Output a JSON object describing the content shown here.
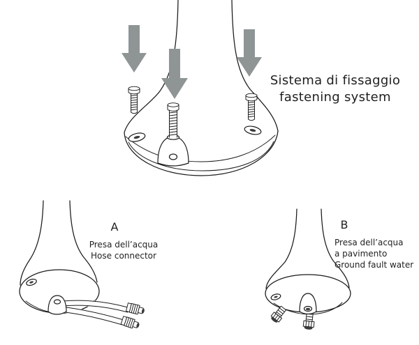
{
  "title": {
    "line_it": "Sistema di fissaggio",
    "line_en": "fastening system"
  },
  "sections": {
    "a": {
      "label": "A",
      "caption_line1": "Presa dell’acqua",
      "caption_line2": "Hose connector"
    },
    "b": {
      "label": "B",
      "caption_line1": "Presa dell’acqua",
      "caption_line2": "a pavimento",
      "caption_line3": "Ground fault water"
    }
  },
  "icons": {
    "down_arrow": "down-arrow"
  },
  "colors": {
    "arrow_gray": "#8f9494",
    "line_ink": "#1a1a1a",
    "background": "#ffffff"
  }
}
